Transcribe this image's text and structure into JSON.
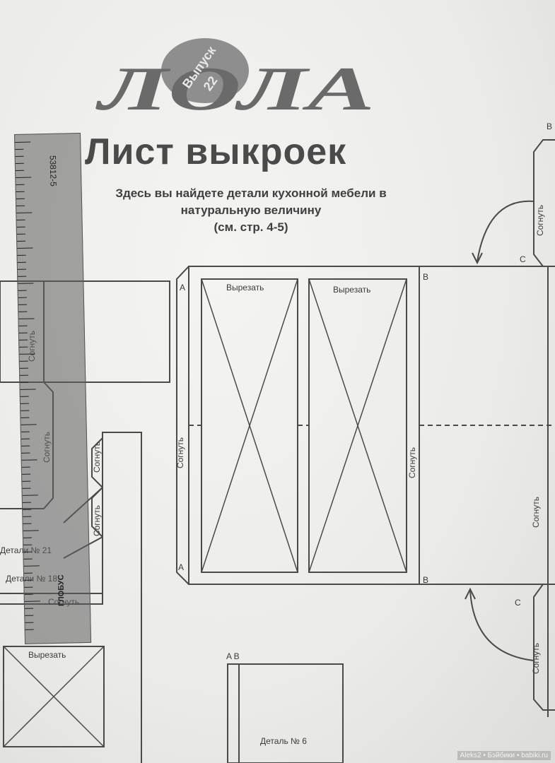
{
  "logo": {
    "text": "ЛОЛА",
    "badge_line1": "Выпуск",
    "badge_line2": "22"
  },
  "title": "Лист выкроек",
  "subtitle_line1": "Здесь вы найдете детали кухонной мебели в",
  "subtitle_line2": "натуральную величину",
  "subtitle_line3": "(см. стр. 4-5)",
  "labels": {
    "cut": "Вырезать",
    "fold": "Согнуть",
    "detail_21": "Детали № 21",
    "detail_18": "Детали № 18",
    "detail_6": "Деталь № 6",
    "a": "A",
    "b": "B",
    "c": "C",
    "ab": "A B"
  },
  "ruler": {
    "code": "53812-5",
    "brand": "ГЛОБУС"
  },
  "caption": "Aleks2 • Бэйбики • babiki.ru"
}
